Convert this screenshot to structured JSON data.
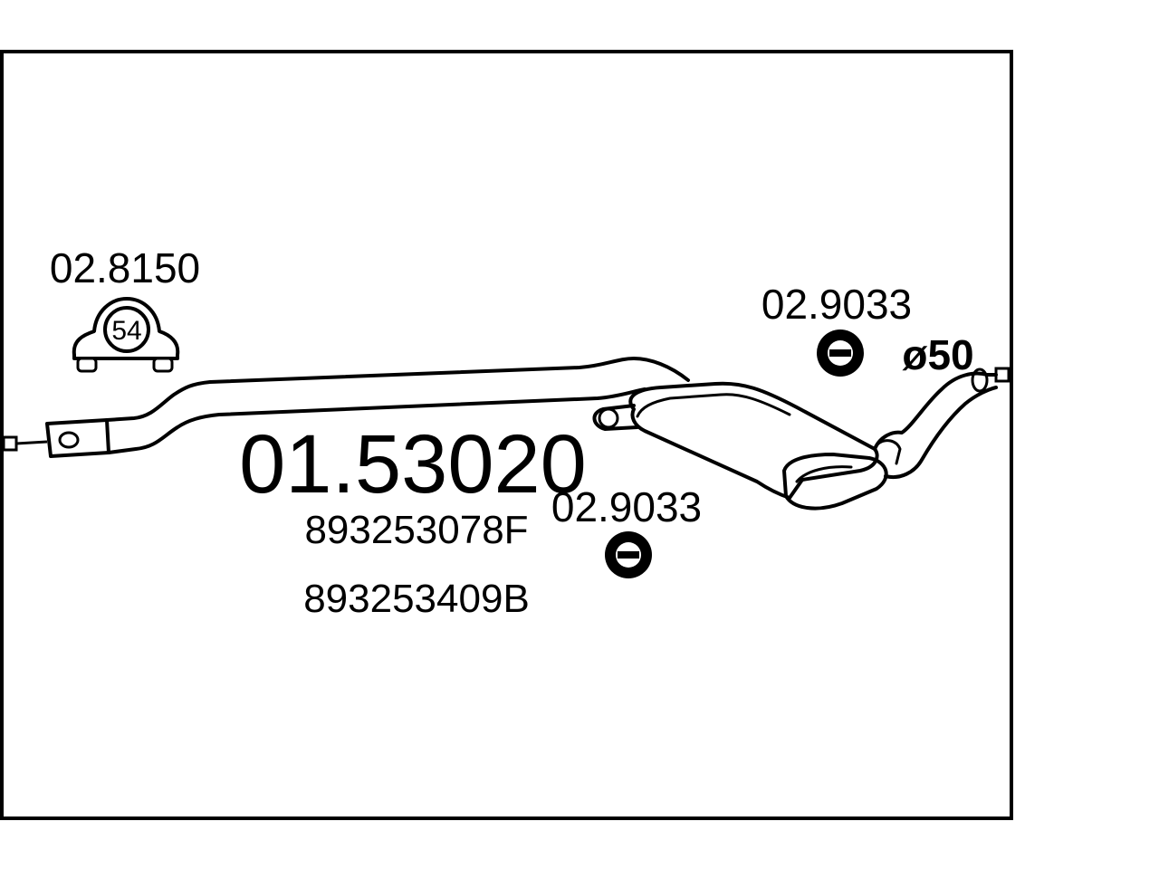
{
  "diagram": {
    "main_part_number": "01.53020",
    "oem_numbers": [
      "893253078F",
      "893253409B"
    ],
    "parts": [
      {
        "id": "clamp",
        "number": "02.8150",
        "badge": "54",
        "icon": "pipe-clamp-icon"
      },
      {
        "id": "hanger-upper",
        "number": "02.9033",
        "icon": "rubber-hanger-icon"
      },
      {
        "id": "hanger-lower",
        "number": "02.9033",
        "icon": "rubber-hanger-icon"
      }
    ],
    "outlet_diameter": "ø50"
  },
  "colors": {
    "line": "#000000",
    "background": "#ffffff"
  }
}
